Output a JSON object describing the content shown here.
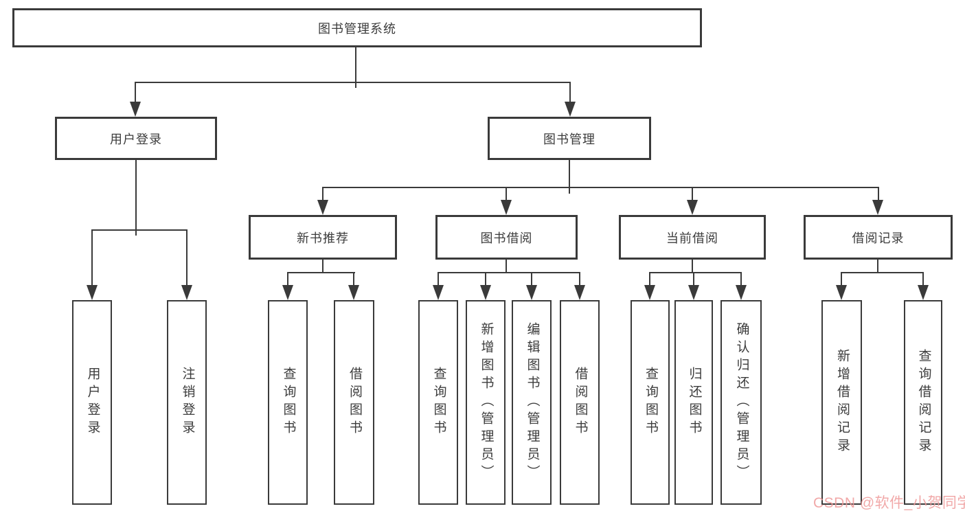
{
  "diagram": {
    "root": "图书管理系统",
    "level2": [
      "用户登录",
      "图书管理"
    ],
    "level3": [
      "新书推荐",
      "图书借阅",
      "当前借阅",
      "借阅记录"
    ],
    "leaves": {
      "user_login": [
        "用户登录",
        "注销登录"
      ],
      "new_book": [
        "查询图书",
        "借阅图书"
      ],
      "book_borrow": [
        "查询图书",
        "新增图书（管理员）",
        "编辑图书（管理员）",
        "借阅图书"
      ],
      "current_borrow": [
        "查询图书",
        "归还图书",
        "确认归还（管理员）"
      ],
      "borrow_record": [
        "新增借阅记录",
        "查询借阅记录"
      ]
    },
    "watermark": "CSDN @软件_小贺同学",
    "colors": {
      "line": "#3a3a3a",
      "text": "#3c3c3c",
      "watermark": "#ef9a9a",
      "background": "#ffffff"
    }
  }
}
